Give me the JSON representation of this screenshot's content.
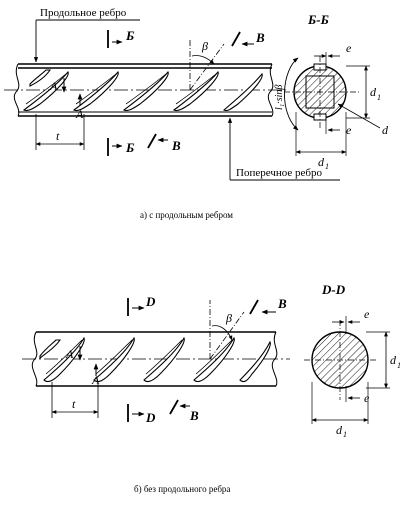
{
  "top": {
    "label_long_rib": "Продольное ребро",
    "label_trans_rib": "Поперечное ребро",
    "section_b1": "Б",
    "section_b2": "Б",
    "section_v1": "В",
    "section_v2": "В",
    "section_title": "Б-Б",
    "beta": "β",
    "a1": "A",
    "a2": "A",
    "t": "t",
    "e1": "e",
    "e2": "e",
    "d": "d",
    "d1_h": "d",
    "d1_h_sub": "1",
    "d1_v": "d",
    "d1_v_sub": "1",
    "l1": "l₁·sinβ",
    "caption": "а) с продольным ребром"
  },
  "bottom": {
    "section_d1": "D",
    "section_d2": "D",
    "section_v1": "B",
    "section_v2": "B",
    "section_title": "D-D",
    "beta": "β",
    "a1": "A",
    "a2": "A",
    "t": "t",
    "e1": "e",
    "e2": "e",
    "d1_h": "d",
    "d1_h_sub": "1",
    "d1_v": "d",
    "d1_v_sub": "1",
    "caption": "б) без продольного ребра"
  }
}
